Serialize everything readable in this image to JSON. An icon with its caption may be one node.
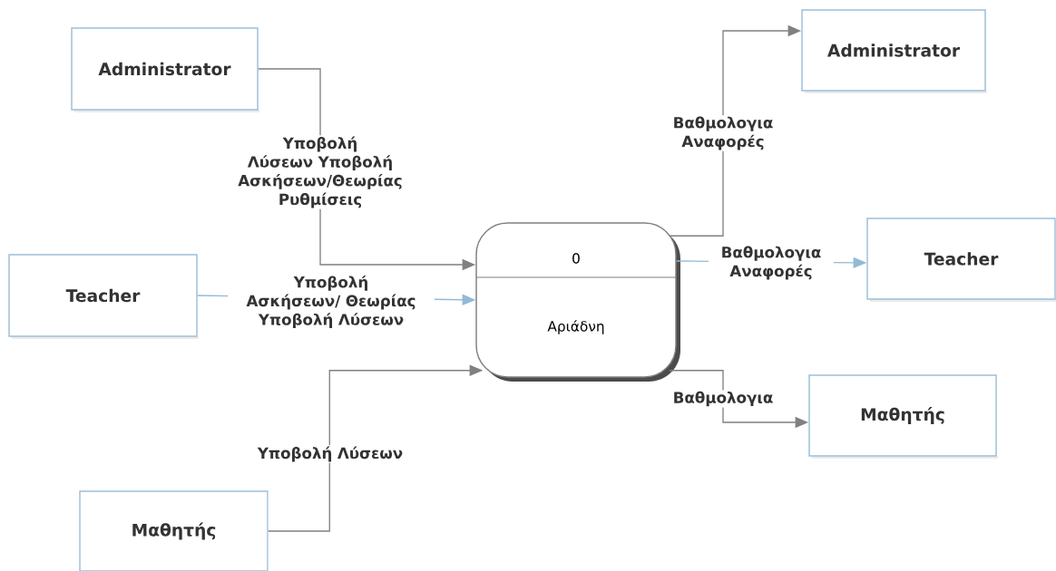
{
  "diagram": {
    "nodes": [
      {
        "text": [
          "Administrator"
        ]
      },
      {
        "text": [
          "Teacher"
        ]
      },
      {
        "text": [
          "Μαθητής"
        ]
      },
      {
        "text": [
          "0",
          "Αριάδνη"
        ]
      },
      {
        "text": [
          "Administrator"
        ]
      },
      {
        "text": [
          "Teacher"
        ]
      },
      {
        "text": [
          "Μαθητής"
        ]
      }
    ],
    "edges": [
      {
        "from": 0,
        "to": 3,
        "arrow": "to",
        "label": "Υποβολή Λύσεων Υποβολή Ασκήσεων/Θεωρίας Ρυθμίσεις"
      },
      {
        "from": 1,
        "to": 3,
        "arrow": "to",
        "label": "Υποβολή Ασκήσεων/ Θεωρίας Υποβολή Λύσεων",
        "color": "#93b9d6"
      },
      {
        "from": 2,
        "to": 3,
        "arrow": "to",
        "label": "Υποβολή Λύσεων"
      },
      {
        "from": 3,
        "to": 4,
        "arrow": "to",
        "label": "Βαθμολογια Αναφορές"
      },
      {
        "from": 3,
        "to": 5,
        "arrow": "to",
        "label": "Βαθμολογια Αναφορές",
        "color": "#93b9d6"
      },
      {
        "from": 3,
        "to": 6,
        "arrow": "to",
        "label": "Βαθμολογια"
      }
    ]
  }
}
